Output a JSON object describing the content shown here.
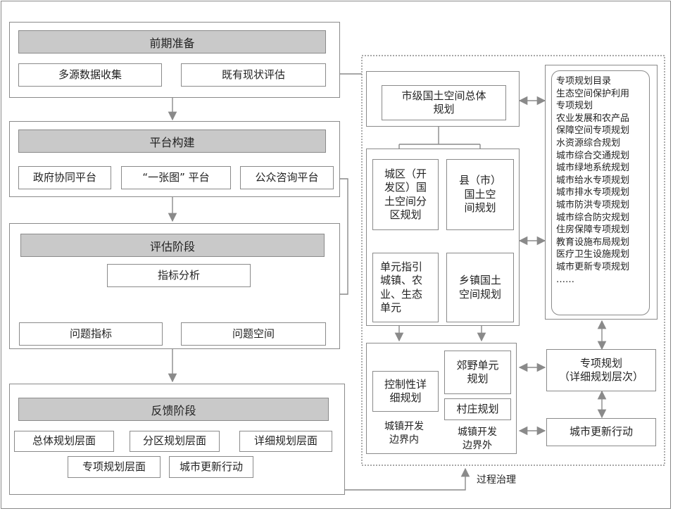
{
  "stages": {
    "prep": {
      "title": "前期准备",
      "items": [
        "多源数据收集",
        "既有现状评估"
      ]
    },
    "platform": {
      "title": "平台构建",
      "items": [
        "政府协同平台",
        "“一张图” 平台",
        "公众咨询平台"
      ]
    },
    "eval": {
      "title": "评估阶段",
      "analysis": "指标分析",
      "items": [
        "问题指标",
        "问题空间"
      ]
    },
    "feedback": {
      "title": "反馈阶段",
      "items": [
        "总体规划层面",
        "分区规划层面",
        "详细规划层面",
        "专项规划层面",
        "城市更新行动"
      ]
    }
  },
  "right": {
    "master_plan": "市级国土空间总体\n规划",
    "district_plan": "城区（开\n发区）国\n土空间分\n区规划",
    "county_plan": "县（市）\n国土空\n间规划",
    "unit_guide": "单元指引\n城镇、农\n业、生态\n单元",
    "township_plan": "乡镇国土\n空间规划",
    "control_plan": "控制性详\n细规划",
    "inside_label": "城镇开发\n边界内",
    "rural_unit": "郊野单元\n规划",
    "village_plan": "村庄规划",
    "outside_label": "城镇开发\n边界外",
    "special_detail": "专项规划\n（详细规划层次）",
    "urban_renewal": "城市更新行动",
    "process_label": "过程治理",
    "special_list": [
      "专项规划目录",
      "生态空间保护利用",
      "专项规划",
      "农业发展和农产品",
      "保障空间专项规划",
      "水资源综合规划",
      "城市综合交通规划",
      "城市绿地系统规划",
      "城市给水专项规划",
      "城市排水专项规划",
      "城市防洪专项规划",
      "城市综合防灾规划",
      "住房保障专项规划",
      "教育设施布局规划",
      "医疗卫生设施规划",
      "城市更新专项规划",
      "……"
    ]
  }
}
